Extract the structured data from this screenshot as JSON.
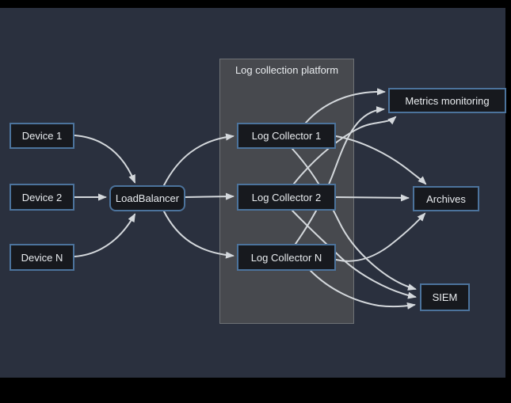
{
  "diagram": {
    "platform": {
      "label": "Log collection platform"
    },
    "nodes": [
      {
        "id": "device1",
        "label": "Device 1"
      },
      {
        "id": "device2",
        "label": "Device 2"
      },
      {
        "id": "deviceN",
        "label": "Device N"
      },
      {
        "id": "loadbalancer",
        "label": "LoadBalancer"
      },
      {
        "id": "collector1",
        "label": "Log Collector 1"
      },
      {
        "id": "collector2",
        "label": "Log Collector 2"
      },
      {
        "id": "collectorN",
        "label": "Log Collector N"
      },
      {
        "id": "metrics",
        "label": "Metrics monitoring"
      },
      {
        "id": "archives",
        "label": "Archives"
      },
      {
        "id": "siem",
        "label": "SIEM"
      }
    ],
    "edges": [
      {
        "from": "Device 1",
        "to": "LoadBalancer"
      },
      {
        "from": "Device 2",
        "to": "LoadBalancer"
      },
      {
        "from": "Device N",
        "to": "LoadBalancer"
      },
      {
        "from": "LoadBalancer",
        "to": "Log Collector 1"
      },
      {
        "from": "LoadBalancer",
        "to": "Log Collector 2"
      },
      {
        "from": "LoadBalancer",
        "to": "Log Collector N"
      },
      {
        "from": "Log Collector 1",
        "to": "Metrics monitoring"
      },
      {
        "from": "Log Collector 1",
        "to": "Archives"
      },
      {
        "from": "Log Collector 1",
        "to": "SIEM"
      },
      {
        "from": "Log Collector 2",
        "to": "Metrics monitoring"
      },
      {
        "from": "Log Collector 2",
        "to": "Archives"
      },
      {
        "from": "Log Collector 2",
        "to": "SIEM"
      },
      {
        "from": "Log Collector N",
        "to": "Metrics monitoring"
      },
      {
        "from": "Log Collector N",
        "to": "Archives"
      },
      {
        "from": "Log Collector N",
        "to": "SIEM"
      }
    ],
    "colors": {
      "matte": "#000000",
      "canvas_background": "#2a303e",
      "node_fill": "#17191e",
      "node_border": "#4c739c",
      "platform_fill": "#47494e",
      "platform_border": "#6e7276",
      "edge": "#d4d8dc",
      "text": "#e9ecef"
    }
  }
}
